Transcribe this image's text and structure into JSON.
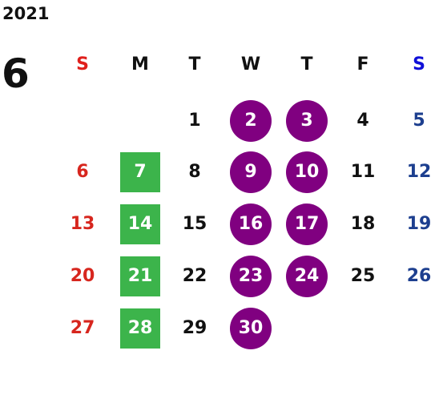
{
  "calendar": {
    "year": "2021",
    "month": "6",
    "weekdays": [
      "S",
      "M",
      "T",
      "W",
      "T",
      "F",
      "S"
    ],
    "weekday_colors": [
      "#e0201c",
      "#111111",
      "#111111",
      "#111111",
      "#111111",
      "#111111",
      "#1010d8"
    ],
    "day_colors": {
      "sunday": "#d7261e",
      "saturday": "#1d3f8f",
      "weekday": "#111111",
      "circle_fill": "#800080",
      "square_fill": "#3cb44b",
      "highlight_text": "#ffffff"
    },
    "weeks": [
      [
        null,
        null,
        {
          "day": "1"
        },
        {
          "day": "2",
          "mark": "circle"
        },
        {
          "day": "3",
          "mark": "circle"
        },
        {
          "day": "4"
        },
        {
          "day": "5"
        }
      ],
      [
        {
          "day": "6"
        },
        {
          "day": "7",
          "mark": "square"
        },
        {
          "day": "8"
        },
        {
          "day": "9",
          "mark": "circle"
        },
        {
          "day": "10",
          "mark": "circle"
        },
        {
          "day": "11"
        },
        {
          "day": "12"
        }
      ],
      [
        {
          "day": "13"
        },
        {
          "day": "14",
          "mark": "square"
        },
        {
          "day": "15"
        },
        {
          "day": "16",
          "mark": "circle"
        },
        {
          "day": "17",
          "mark": "circle"
        },
        {
          "day": "18"
        },
        {
          "day": "19"
        }
      ],
      [
        {
          "day": "20"
        },
        {
          "day": "21",
          "mark": "square"
        },
        {
          "day": "22"
        },
        {
          "day": "23",
          "mark": "circle"
        },
        {
          "day": "24",
          "mark": "circle"
        },
        {
          "day": "25"
        },
        {
          "day": "26"
        }
      ],
      [
        {
          "day": "27"
        },
        {
          "day": "28",
          "mark": "square"
        },
        {
          "day": "29"
        },
        {
          "day": "30",
          "mark": "circle"
        },
        null,
        null,
        null
      ]
    ]
  }
}
